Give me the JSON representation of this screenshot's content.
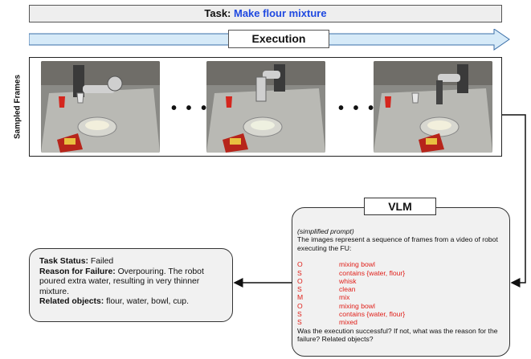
{
  "task_bar": {
    "prefix": "Task: ",
    "goal": "Make flour mixture"
  },
  "execution_label": "Execution",
  "sampled_frames_label": "Sampled Frames",
  "ellipsis": "• • •",
  "vlm": {
    "title": "VLM",
    "hint": "(simplified prompt)",
    "intro": "The images represent a sequence of frames from a video of robot executing the FU:",
    "fu_rows": [
      {
        "type": "O",
        "text": "mixing bowl"
      },
      {
        "type": "S",
        "text": "contains {water, flour}"
      },
      {
        "type": "O",
        "text": "whisk"
      },
      {
        "type": "S",
        "text": "clean"
      },
      {
        "type": "M",
        "text": "mix"
      },
      {
        "type": "O",
        "text": "mixing bowl"
      },
      {
        "type": "S",
        "text": "contains {water, flour}"
      },
      {
        "type": "S",
        "text": "mixed"
      }
    ],
    "question": "Was the execution successful? If not, what was the reason for the failure? Related objects?"
  },
  "result": {
    "status_label": "Task Status:",
    "status_value": "Failed",
    "reason_label": "Reason for Failure:",
    "reason_value": "Overpouring. The robot poured extra water, resulting in very thinner mixture.",
    "objects_label": "Related objects:",
    "objects_value": "flour, water, bowl, cup."
  },
  "colors": {
    "goal": "#1f49e0",
    "fu_text": "#e0201a",
    "panel_bg": "#f1f1f1",
    "arrow_fill": "#d6eaf8"
  }
}
